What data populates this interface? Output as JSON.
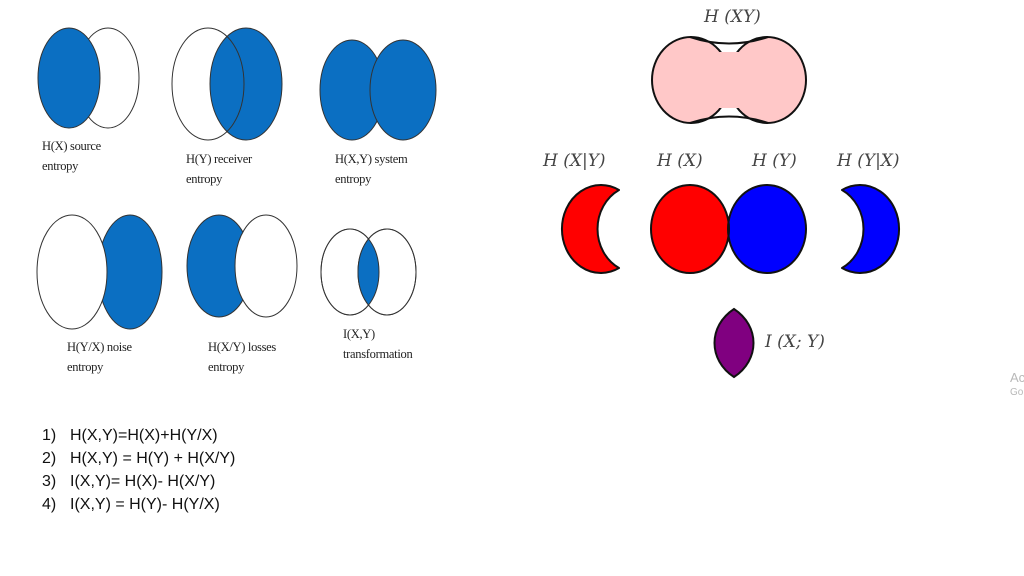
{
  "venn_grid": {
    "colors": {
      "fill": "#0b6fc2",
      "outline": "#333333",
      "background": "#ffffff"
    },
    "items": [
      {
        "label_line1": "H(X) source",
        "label_line2": "entropy"
      },
      {
        "label_line1": "H(Y) receiver",
        "label_line2": "entropy"
      },
      {
        "label_line1": "H(X,Y) system",
        "label_line2": "entropy"
      },
      {
        "label_line1": "H(Y/X) noise",
        "label_line2": "entropy"
      },
      {
        "label_line1": "H(X/Y) losses",
        "label_line2": "entropy"
      },
      {
        "label_line1": "I(X,Y)",
        "label_line2": "transformation"
      }
    ]
  },
  "entropy_diagram": {
    "colors": {
      "joint": "#ffc8c8",
      "x": "#ff0000",
      "y": "#0000ff",
      "overlap": "#800080",
      "stroke": "#111111"
    },
    "joint_label": "H (XY)",
    "labels": {
      "hx_given_y": "H (X|Y)",
      "hx": "H (X)",
      "hy": "H (Y)",
      "hy_given_x": "H (Y|X)",
      "mutual": "I (X; Y)"
    }
  },
  "formulas": [
    {
      "num": "1)",
      "text": "H(X,Y)=H(X)+H(Y/X)"
    },
    {
      "num": "2)",
      "text": "H(X,Y) = H(Y) + H(X/Y)"
    },
    {
      "num": "3)",
      "text": "I(X,Y)= H(X)- H(X/Y)"
    },
    {
      "num": "4)",
      "text": "I(X,Y) = H(Y)- H(Y/X)"
    }
  ],
  "watermark": {
    "line1": "Ac",
    "line2": "Go"
  }
}
